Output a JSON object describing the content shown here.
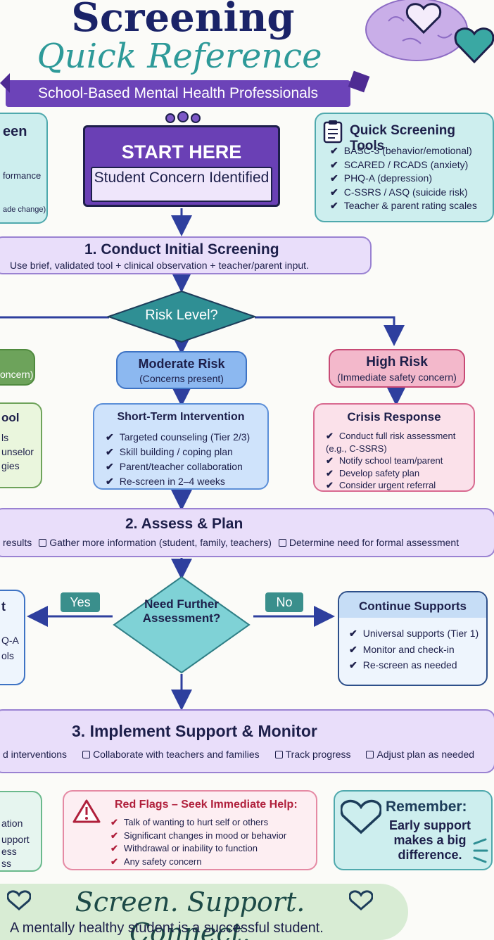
{
  "header": {
    "title_line1": "Screening",
    "title_line2": "Quick Reference",
    "ribbon": "School-Based Mental Health Professionals"
  },
  "left_top": {
    "heading": "een",
    "line1": "formance",
    "line2": "ade change)"
  },
  "start": {
    "label": "START HERE",
    "sub": "Student Concern Identified"
  },
  "tools": {
    "title": "Quick Screening Tools",
    "items": [
      "BASC-3 (behavior/emotional)",
      "SCARED / RCADS (anxiety)",
      "PHQ-A (depression)",
      "C-SSRS / ASQ (suicide risk)",
      "Teacher & parent rating scales"
    ]
  },
  "step1": {
    "title": "1. Conduct Initial Screening",
    "desc": "Use brief, validated tool + clinical observation + teacher/parent input."
  },
  "risk": {
    "label": "Risk Level?"
  },
  "low": {
    "label": "oncern)"
  },
  "moderate": {
    "title": "Moderate Risk",
    "sub": "(Concerns present)"
  },
  "high": {
    "title": "High Risk",
    "sub": "(Immediate safety concern)"
  },
  "school": {
    "title": "ool",
    "items": [
      "ls",
      "unselor",
      "gies"
    ]
  },
  "short_term": {
    "title": "Short-Term Intervention",
    "items": [
      "Targeted counseling (Tier 2/3)",
      "Skill building / coping plan",
      "Parent/teacher collaboration",
      "Re-screen in 2–4 weeks"
    ]
  },
  "crisis": {
    "title": "Crisis Response",
    "items": [
      "Conduct full risk assessment (e.g., C-SSRS)",
      "Notify school team/parent",
      "Develop safety plan",
      "Consider urgent referral"
    ]
  },
  "step2": {
    "title": "2. Assess & Plan",
    "items": [
      "results",
      "Gather more information (student, family, teachers)",
      "Determine need for formal assessment"
    ]
  },
  "decision": {
    "label": "Need Further Assessment?",
    "yes": "Yes",
    "no": "No"
  },
  "left_mid": {
    "title": "t",
    "line1": "Q-A",
    "line2": "ols"
  },
  "continue": {
    "title": "Continue Supports",
    "items": [
      "Universal supports (Tier 1)",
      "Monitor and check-in",
      "Re-screen as needed"
    ]
  },
  "step3": {
    "title": "3. Implement Support & Monitor",
    "items": [
      "d interventions",
      "Collaborate with teachers and families",
      "Track progress",
      "Adjust plan as needed"
    ]
  },
  "left_bottom": {
    "line1": "ation",
    "line2": "upport",
    "line3": "ess",
    "line4": "ss"
  },
  "red_flags": {
    "title": "Red Flags – Seek Immediate Help:",
    "items": [
      "Talk of wanting to hurt self or others",
      "Significant changes in mood or behavior",
      "Withdrawal or inability to function",
      "Any safety concern"
    ]
  },
  "remember": {
    "title": "Remember:",
    "text": "Early support makes a big difference."
  },
  "footer": {
    "slogan": "Screen. Support. Connect.",
    "tagline": "A mentally healthy student is a successful student."
  },
  "colors": {
    "navy": "#1d1f4a",
    "purple": "#5b3aa8",
    "teal": "#3a9a98",
    "red": "#b0203c"
  },
  "icons": [
    "brain-heart-icon",
    "people-icon",
    "clipboard-icon",
    "warning-icon",
    "heart-icon"
  ]
}
